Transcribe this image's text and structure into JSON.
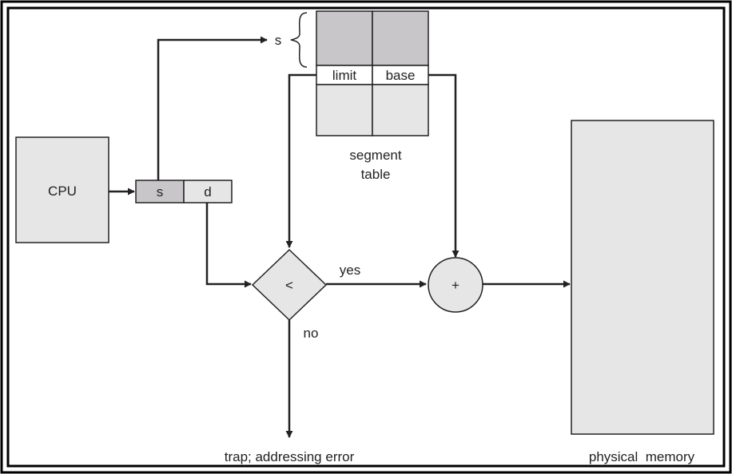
{
  "diagram": {
    "cpu_label": "CPU",
    "address": {
      "segment": "s",
      "offset": "d"
    },
    "segment_selector": "s",
    "segment_table": {
      "limit_label": "limit",
      "base_label": "base",
      "caption_line1": "segment",
      "caption_line2": "table"
    },
    "comparator_symbol": "<",
    "adder_symbol": "+",
    "yes_label": "yes",
    "no_label": "no",
    "trap_label": "trap; addressing error",
    "memory_label": "physical  memory"
  },
  "colors": {
    "box_fill": "#e6e6e6",
    "shaded_fill": "#c8c6c8",
    "stroke": "#222222",
    "frame": "#000000"
  }
}
